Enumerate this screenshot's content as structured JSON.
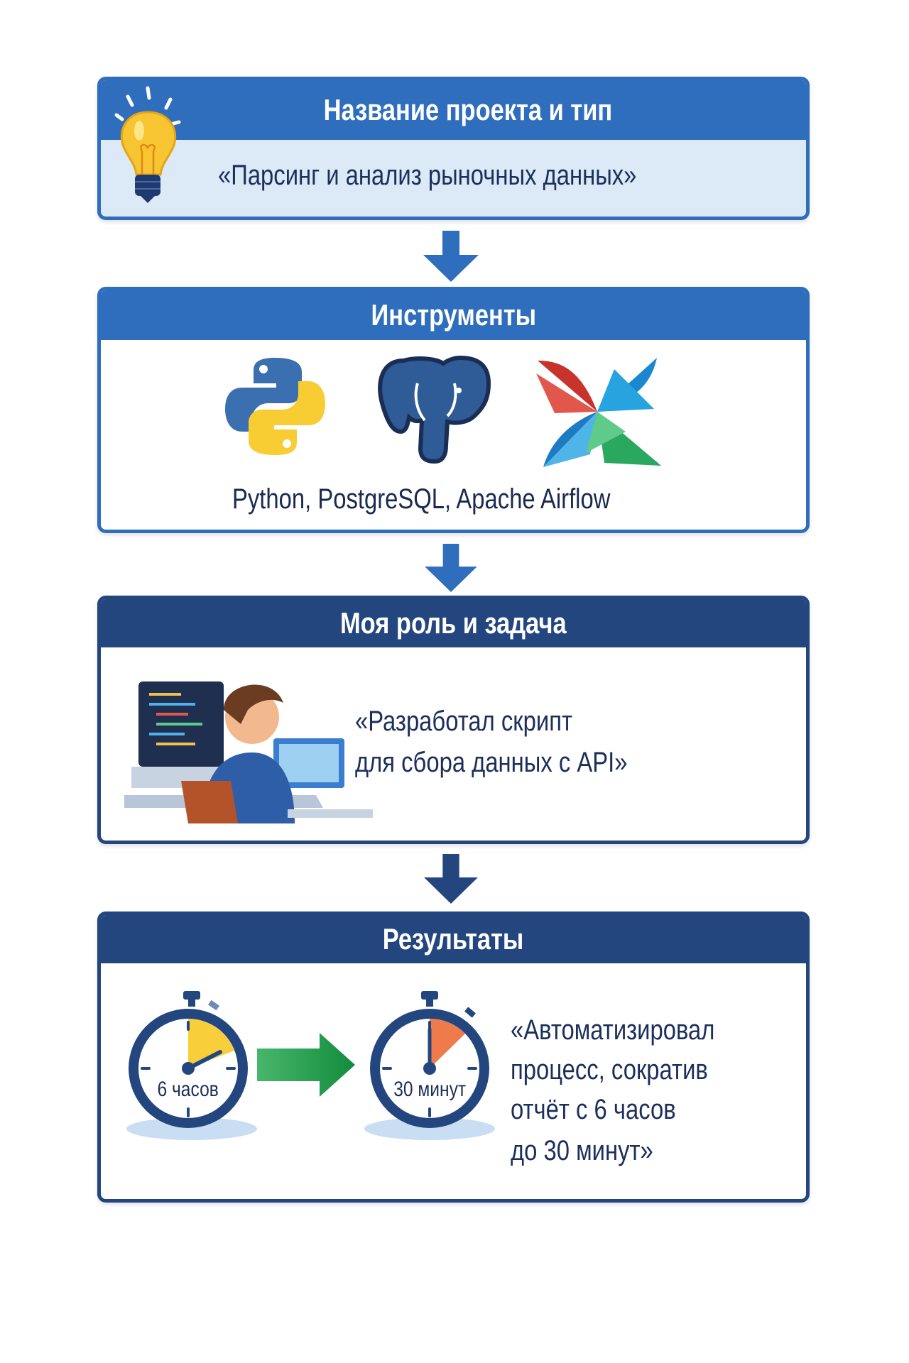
{
  "project": {
    "title": "Название проекта и тип",
    "value": "«Парсинг и анализ рыночных данных»"
  },
  "tools": {
    "title": "Инструменты",
    "list": "Python, PostgreSQL, Apache Airflow",
    "icons": [
      "python-logo",
      "postgresql-logo",
      "airflow-logo"
    ]
  },
  "role": {
    "title": "Моя роль и задача",
    "lines": [
      "«Разработал скрипт",
      "для сбора данных с API»"
    ]
  },
  "results": {
    "title": "Результаты",
    "before": "6 часов",
    "after": "30 минут",
    "lines": [
      "«Автоматизировал",
      "процесс, сократив",
      "отчёт с 6 часов",
      "до 30 минут»"
    ]
  },
  "colors": {
    "blue": "#2f6ebd",
    "dark": "#24467f",
    "green": "#2aa755",
    "yellow": "#f8cf3a",
    "orange": "#ef7a4a"
  }
}
